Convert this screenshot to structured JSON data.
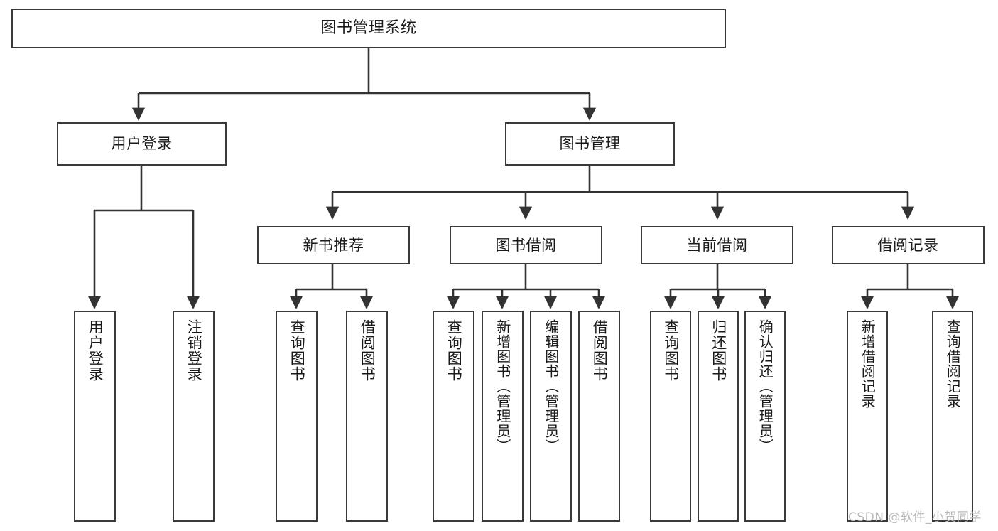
{
  "diagram": {
    "title": "图书管理系统",
    "type": "hierarchy-tree",
    "colors": {
      "box_border": "#3a3a3a",
      "box_fill": "#ffffff",
      "edge": "#333333",
      "text": "#1a1a1a",
      "watermark": "#b9b9b9",
      "background": "#ffffff"
    },
    "root": {
      "label": "图书管理系统"
    },
    "level1": [
      {
        "label": "用户登录"
      },
      {
        "label": "图书管理"
      }
    ],
    "level2": [
      {
        "label": "新书推荐"
      },
      {
        "label": "图书借阅"
      },
      {
        "label": "当前借阅"
      },
      {
        "label": "借阅记录"
      }
    ],
    "leaves": {
      "user_login": [
        {
          "label": "用户登录"
        },
        {
          "label": "注销登录"
        }
      ],
      "new_book_recommend": [
        {
          "label": "查询图书"
        },
        {
          "label": "借阅图书"
        }
      ],
      "book_borrow": [
        {
          "label": "查询图书"
        },
        {
          "label": "新增图书（管理员）"
        },
        {
          "label": "编辑图书（管理员）"
        },
        {
          "label": "借阅图书"
        }
      ],
      "current_borrow": [
        {
          "label": "查询图书"
        },
        {
          "label": "归还图书"
        },
        {
          "label": "确认归还（管理员）"
        }
      ],
      "borrow_record": [
        {
          "label": "新增借阅记录"
        },
        {
          "label": "查询借阅记录"
        }
      ]
    }
  },
  "watermark": {
    "text": "CSDN @软件_小贺同学"
  }
}
